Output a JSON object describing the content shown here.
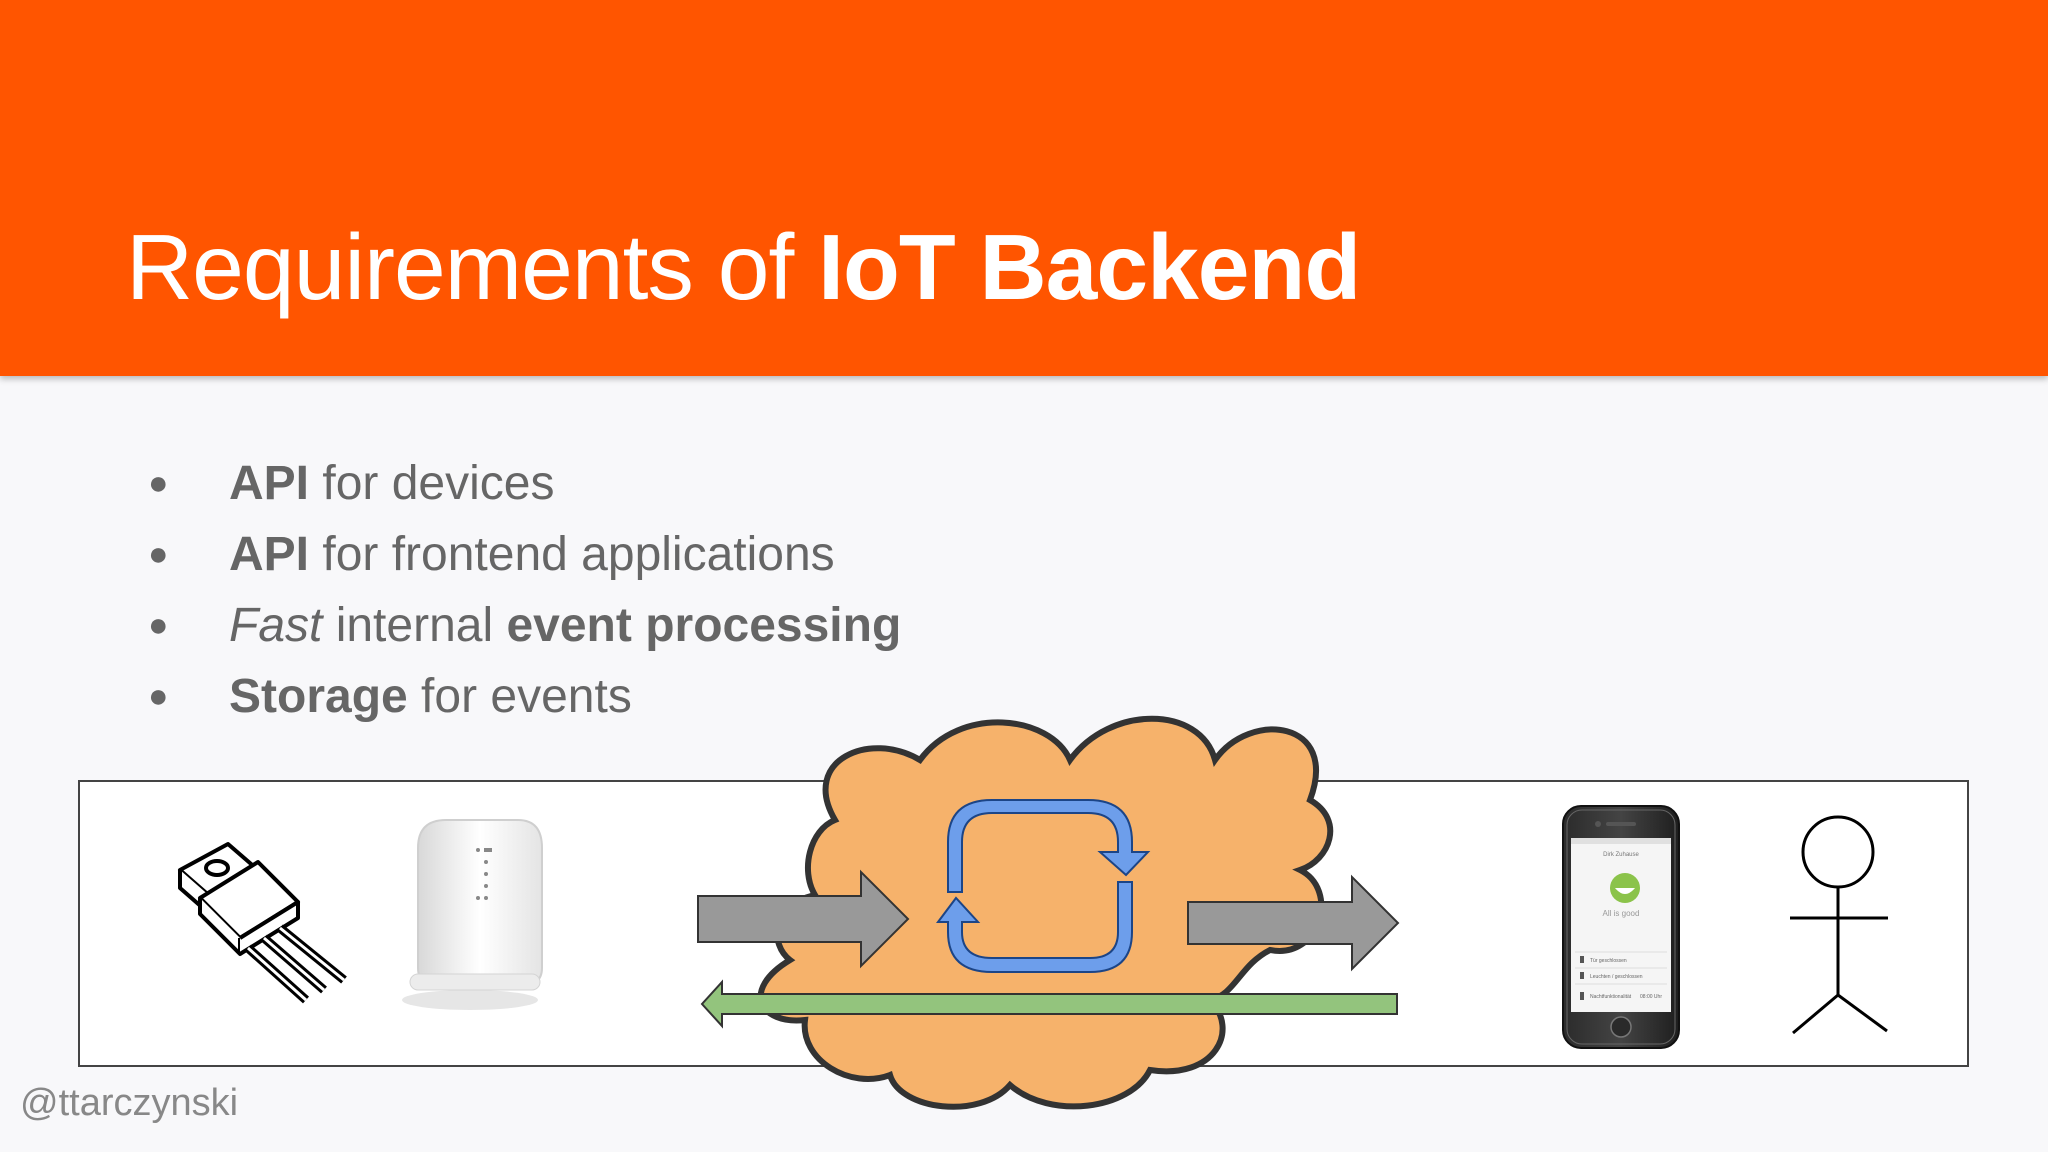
{
  "slide": {
    "title_prefix": "Requirements of ",
    "title_bold": "IoT Backend",
    "bullets": [
      {
        "bullet": "●",
        "p1_bold": "API",
        "p2": " for devices"
      },
      {
        "bullet": "●",
        "p1_bold": "API",
        "p2": " for frontend applications"
      },
      {
        "bullet": "●",
        "p1_italic": "Fast",
        "p2": " internal ",
        "p3_bold": "event processing"
      },
      {
        "bullet": "●",
        "p1_bold": "Storage",
        "p2": " for events"
      }
    ],
    "phone_screen": {
      "name_line": "Dirk Zuhause",
      "status": "All is good",
      "row1": "Tür geschlossen",
      "row2": "Leuchten / geschlossen",
      "row3": "Nachtfunktionalität",
      "row3_value": "08:00 Uhr"
    },
    "handle": "@ttarczynski"
  },
  "colors": {
    "header": "#ff5500",
    "cloud_fill": "#f6b26b",
    "cycle_arrow": "#6d9eeb",
    "input_arrow": "#999999",
    "return_arrow": "#93c47d",
    "bullet_text": "#666666"
  },
  "icons": [
    "transistor-icon",
    "gateway-device-icon",
    "cloud-icon",
    "cycle-arrows-icon",
    "smartphone-icon",
    "stick-figure-icon"
  ]
}
